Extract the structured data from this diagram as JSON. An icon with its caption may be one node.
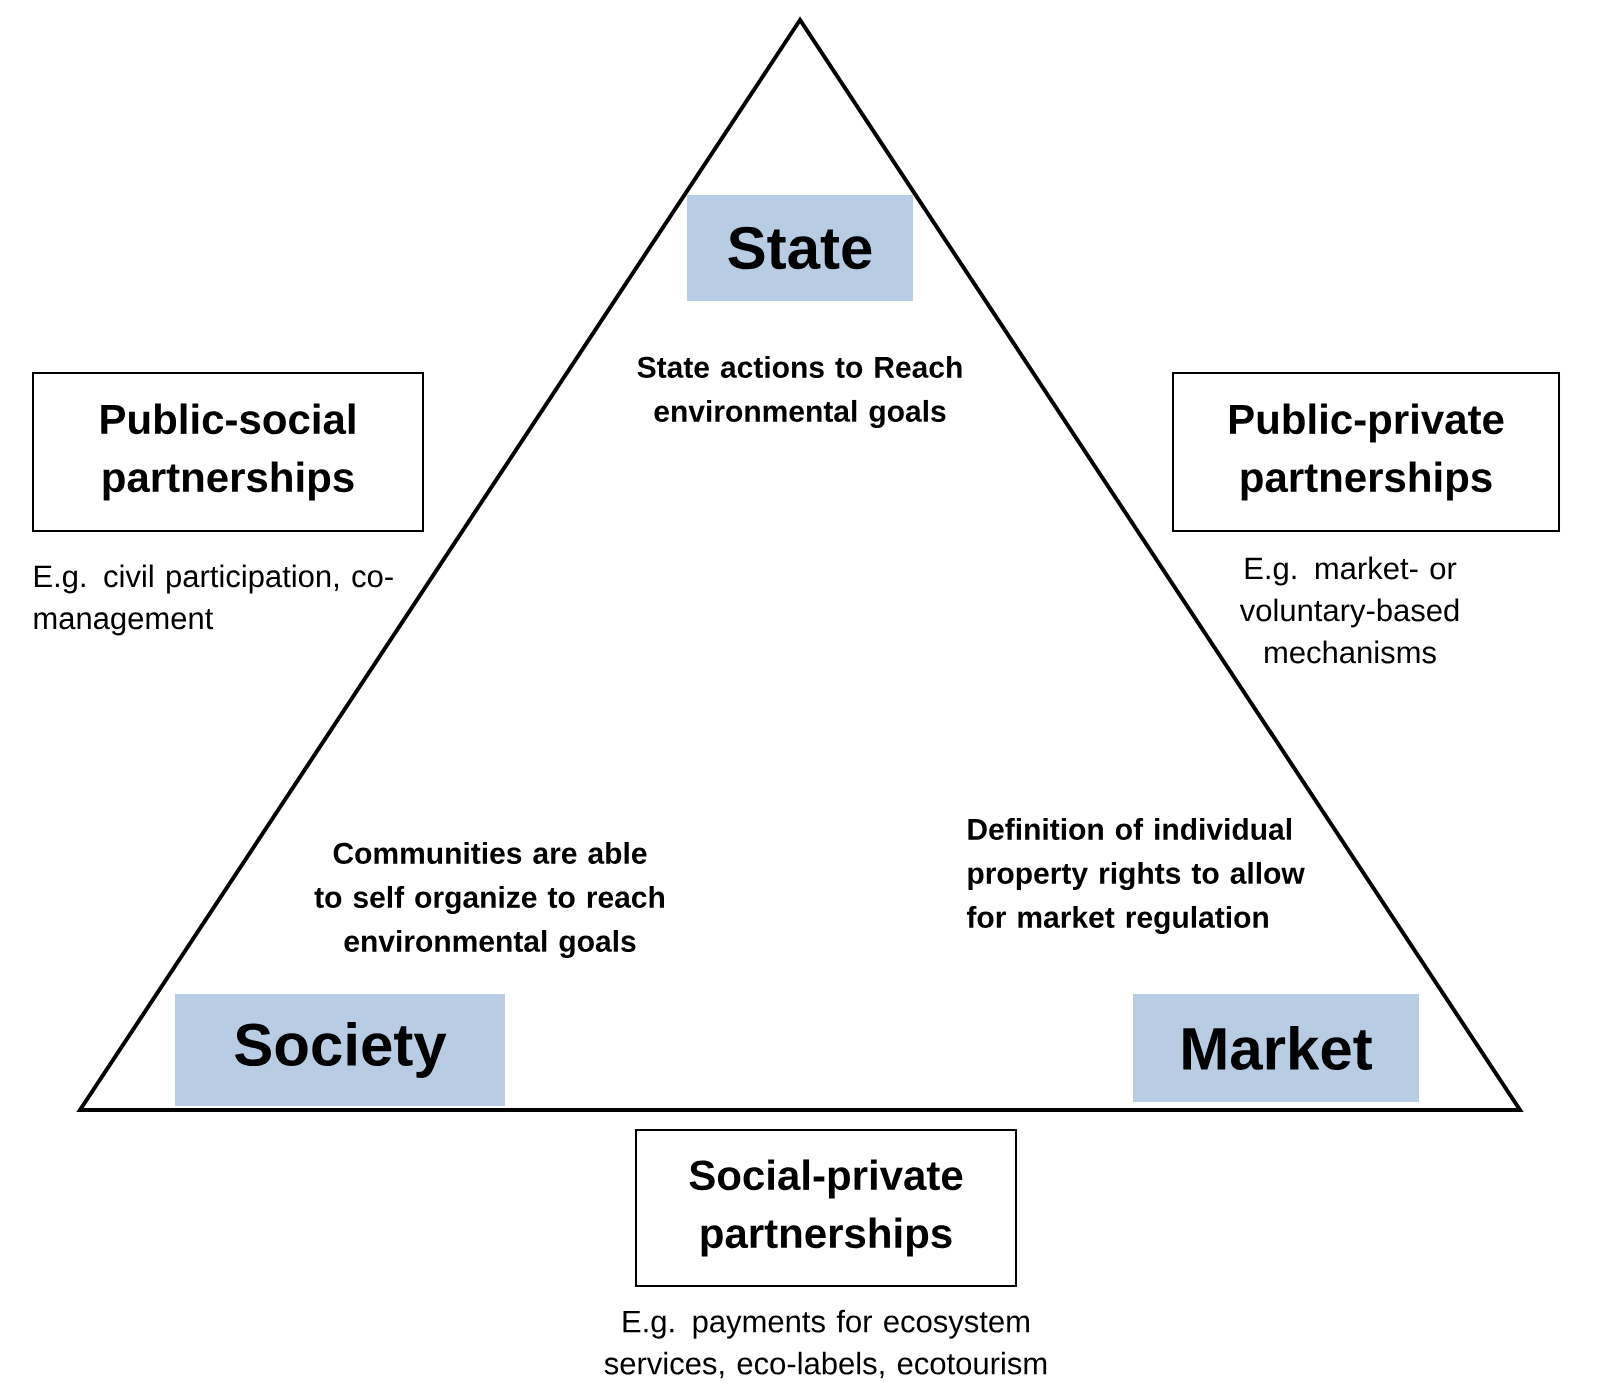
{
  "diagram": {
    "nodes": [
      {
        "text": [
          "State"
        ],
        "beside": [
          "State actions to Reach environmental goals"
        ]
      },
      {
        "text": [
          "Public-social partnerships"
        ],
        "beside": [
          "E.g. civil participation, co-management"
        ]
      },
      {
        "text": [
          "Public-private partnerships"
        ],
        "beside": [
          "E.g. market- or voluntary-based mechanisms"
        ]
      },
      {
        "text": [
          "Society"
        ],
        "beside": [
          "Communities are able to self organize to reach environmental goals"
        ]
      },
      {
        "text": [
          "Market"
        ],
        "beside": [
          "Definition of individual property rights to allow for market regulation"
        ]
      },
      {
        "text": [
          "Social-private partnerships"
        ],
        "beside": [
          "E.g. payments for ecosystem services, eco-labels, ecotourism"
        ]
      }
    ]
  }
}
